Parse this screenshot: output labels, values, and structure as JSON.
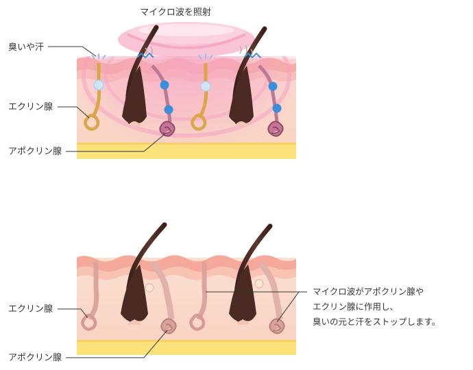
{
  "top_panel": {
    "title": "マイクロ波を照射",
    "labels": {
      "odor_sweat": "臭いや汗",
      "eccrine": "エクリン腺",
      "apocrine": "アポクリン腺"
    }
  },
  "bottom_panel": {
    "labels": {
      "eccrine": "エクリン腺",
      "apocrine": "アポクリン腺"
    },
    "caption": [
      "マイクロ波がアポクリン腺や",
      "エクリン腺に作用し、",
      "臭いの元と汗をストップします。"
    ]
  },
  "colors": {
    "skin_top": "#f7b6a6",
    "skin_body": "#fbd9c8",
    "fat_layer": "#fbe27a",
    "hair": "#4a2a22",
    "microwave": "#f38ab0",
    "eccrine_active": "#e0a43c",
    "apocrine_active": "#c86a8a",
    "node_blue": "#3b8fd8",
    "gland_inactive": "#d69a94"
  }
}
